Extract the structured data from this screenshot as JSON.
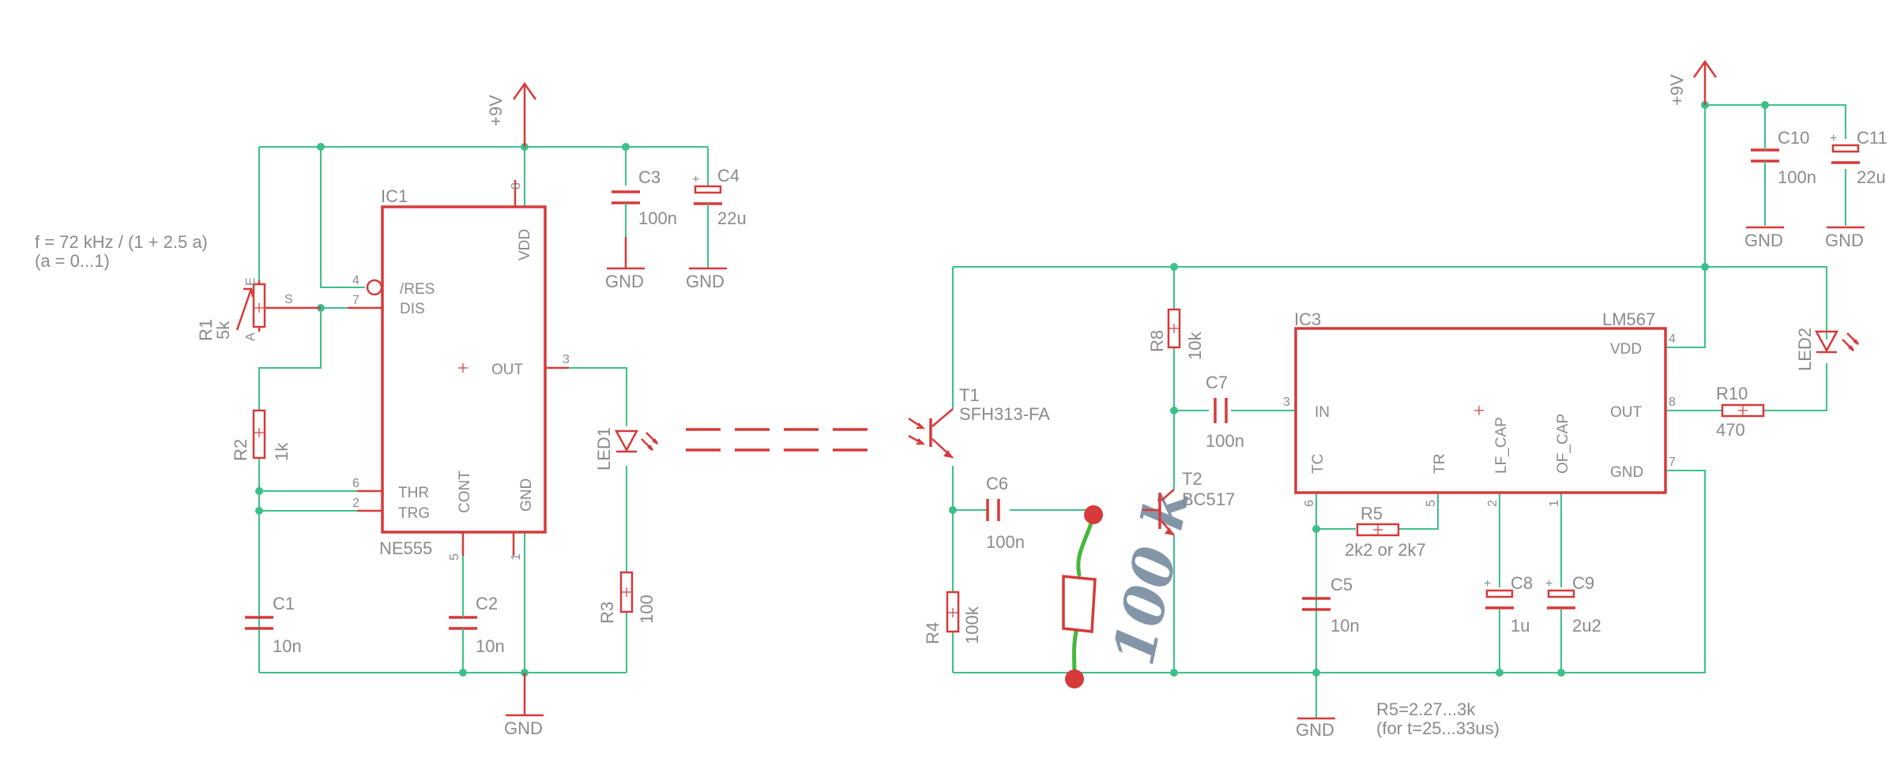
{
  "colors": {
    "wire": "#3cc08a",
    "part": "#d63a3a",
    "label": "#8a8a8a",
    "handwriting": "#8396a8",
    "handwire": "#45b83c"
  },
  "note": {
    "line1": "f = 72 kHz / (1 + 2.5 a)",
    "line2": "(a = 0...1)"
  },
  "supply": {
    "left": "+9V",
    "right": "+9V"
  },
  "gnd": {
    "g1": "GND",
    "g2": "GND",
    "g3": "GND",
    "g4": "GND",
    "g5": "GND",
    "g6": "GND"
  },
  "ic1": {
    "name": "IC1",
    "type": "NE555",
    "pins": {
      "res": "/RES",
      "dis": "DIS",
      "vdd": "VDD",
      "out": "OUT",
      "thr": "THR",
      "trg": "TRG",
      "cont": "CONT",
      "gnd": "GND"
    },
    "pinnums": {
      "p8": "8",
      "p4": "4",
      "p7": "7",
      "p3": "3",
      "p6": "6",
      "p2": "2",
      "p5": "5",
      "p1": "1"
    }
  },
  "ic3": {
    "name": "IC3",
    "type": "LM567",
    "pins": {
      "in": "IN",
      "vdd": "VDD",
      "out": "OUT",
      "gnd": "GND",
      "tc": "TC",
      "tr": "TR",
      "lf": "LF_CAP",
      "of": "OF_CAP"
    },
    "pinnums": {
      "p3": "3",
      "p4": "4",
      "p8": "8",
      "p7": "7",
      "p6": "6",
      "p5": "5",
      "p2": "2",
      "p1": "1"
    }
  },
  "r1": {
    "name": "R1",
    "value": "5k",
    "pin_e": "E",
    "pin_s": "S",
    "pin_a": "A"
  },
  "r2": {
    "name": "R2",
    "value": "1k"
  },
  "r3": {
    "name": "R3",
    "value": "100"
  },
  "r4": {
    "name": "R4",
    "value": "100k"
  },
  "r5": {
    "name": "R5",
    "value": "2k2 or 2k7"
  },
  "r8": {
    "name": "R8",
    "value": "10k"
  },
  "r10": {
    "name": "R10",
    "value": "470"
  },
  "c1": {
    "name": "C1",
    "value": "10n"
  },
  "c2": {
    "name": "C2",
    "value": "10n"
  },
  "c3": {
    "name": "C3",
    "value": "100n"
  },
  "c4": {
    "name": "C4",
    "value": "22u"
  },
  "c5": {
    "name": "C5",
    "value": "10n"
  },
  "c6": {
    "name": "C6",
    "value": "100n"
  },
  "c7": {
    "name": "C7",
    "value": "100n"
  },
  "c8": {
    "name": "C8",
    "value": "1u"
  },
  "c9": {
    "name": "C9",
    "value": "2u2"
  },
  "c10": {
    "name": "C10",
    "value": "100n"
  },
  "c11": {
    "name": "C11",
    "value": "22u"
  },
  "led1": {
    "name": "LED1"
  },
  "led2": {
    "name": "LED2"
  },
  "t1": {
    "name": "T1",
    "type": "SFH313-FA"
  },
  "t2": {
    "name": "T2",
    "type": "BC517"
  },
  "r5note": {
    "line1": "R5=2.27...3k",
    "line2": "(for t=25...33us)"
  },
  "handwritten": {
    "value": "100 k"
  }
}
